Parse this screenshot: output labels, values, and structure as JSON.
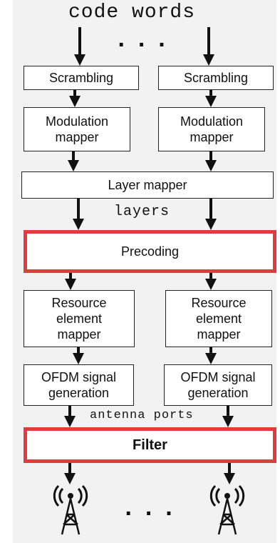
{
  "labels": {
    "code_words": "code words",
    "top_dots": "...",
    "layers": "layers",
    "antenna_ports": "antenna ports",
    "bottom_dots": "..."
  },
  "blocks": {
    "scrambling_left": "Scrambling",
    "scrambling_right": "Scrambling",
    "modulation_left": "Modulation\nmapper",
    "modulation_right": "Modulation\nmapper",
    "layer_mapper": "Layer mapper",
    "precoding": "Precoding",
    "resource_left": "Resource\nelement\nmapper",
    "resource_right": "Resource\nelement\nmapper",
    "ofdm_left": "OFDM signal\ngeneration",
    "ofdm_right": "OFDM signal\ngeneration",
    "filter": "Filter"
  },
  "icons": {
    "antenna_left": "antenna-tower-icon",
    "antenna_right": "antenna-tower-icon"
  },
  "colors": {
    "highlight": "#e23b3b",
    "background": "#f2f2f2"
  }
}
